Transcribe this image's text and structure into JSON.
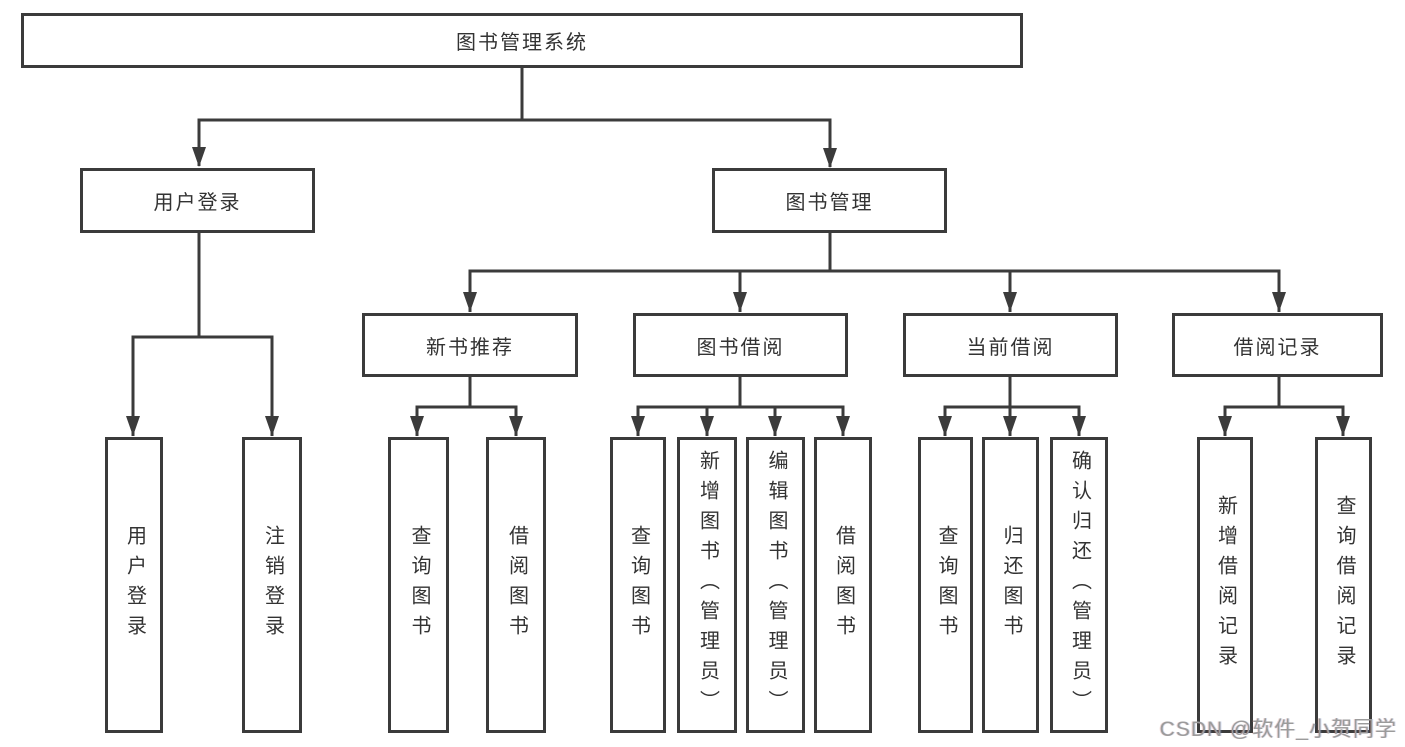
{
  "diagram": {
    "root": {
      "label": "图书管理系统"
    },
    "level2": [
      {
        "label": "用户登录"
      },
      {
        "label": "图书管理"
      }
    ],
    "level3": [
      {
        "label": "新书推荐"
      },
      {
        "label": "图书借阅"
      },
      {
        "label": "当前借阅"
      },
      {
        "label": "借阅记录"
      }
    ],
    "leaves": [
      {
        "label": "用户登录"
      },
      {
        "label": "注销登录"
      },
      {
        "label": "查询图书"
      },
      {
        "label": "借阅图书"
      },
      {
        "label": "查询图书"
      },
      {
        "label": "新增图书（管理员）"
      },
      {
        "label": "编辑图书（管理员）"
      },
      {
        "label": "借阅图书"
      },
      {
        "label": "查询图书"
      },
      {
        "label": "归还图书"
      },
      {
        "label": "确认归还（管理员）"
      },
      {
        "label": "新增借阅记录"
      },
      {
        "label": "查询借阅记录"
      }
    ]
  },
  "colors": {
    "line": "#3b3b3b",
    "text": "#333333",
    "watermark": "#9b9b9b"
  },
  "watermark": {
    "text": "CSDN @软件_小贺同学"
  }
}
